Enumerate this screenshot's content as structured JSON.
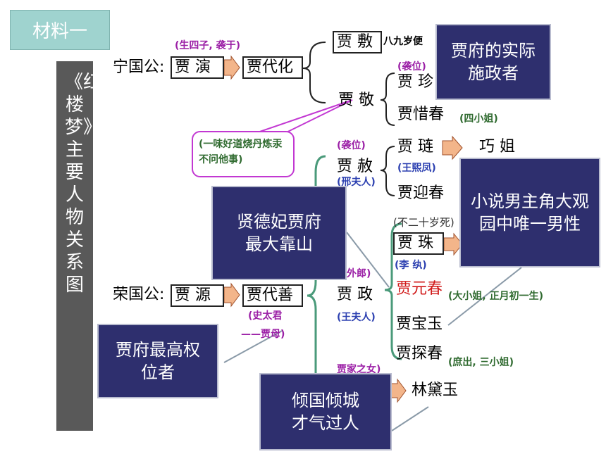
{
  "tag": "材料一",
  "side_title": "《红楼梦》主要人物关系图",
  "ning": {
    "label": "宁国公:",
    "jia_yan": "贾 演",
    "jia_daihua": "贾代化",
    "jia_fu": "贾 敷",
    "jia_fu_note": "八九岁便",
    "jia_jing": "贾 敬",
    "jia_zhen": "贾 珍",
    "jia_xichun": "贾惜春",
    "note_sons": "(生四子, 袭于)",
    "note_xiwei": "(袭位)",
    "note_xichun": "(四小姐)"
  },
  "bubble_text": "(一味好道烧丹炼汞不问他事)",
  "rong": {
    "label": "荣国公:",
    "jia_yuan": "贾 源",
    "jia_daishan": "贾代善",
    "note_shi": "(史太君",
    "note_mu": "——贾母)",
    "jia_she": "贾 赦",
    "note_she_xiwei": "(袭位)",
    "note_xing": "(邢夫人)",
    "jia_lian": "贾 琏",
    "qiao_jie": "巧 姐",
    "note_wang_xifeng": "(王熙凤)",
    "jia_yingchun": "贾迎春",
    "jia_zheng": "贾 政",
    "note_zheng_title": "员外郎)",
    "note_wang_furen": "(王夫人)",
    "note_zhu_death": "(不二十岁死)",
    "jia_zhu": "贾 珠",
    "note_li_wan": "(李 纨)",
    "jia_yuanchun": "贾元春",
    "note_yuanchun": "(大小姐, 正月初一生)",
    "jia_baoyu": "贾宝玉",
    "jia_tanchun": "贾探春",
    "note_tanchun": "(庶出, 三小姐)",
    "note_min": "贾家之女)",
    "lin_daiyu": "林黛玉"
  },
  "callouts": {
    "shizheng": "贾府的实际施政者",
    "yuanfei": "贤德妃贾府最大靠山",
    "baoyu": "小说男主角大观园中唯一男性",
    "jiamu": "贾府最高权位者",
    "daiyu": "倾国倾城才气过人"
  },
  "colors": {
    "callout_bg": "#2e2f6e",
    "tag_bg": "#9fd3cf",
    "side_bg": "#595959",
    "green_line": "#4a9a7a",
    "arrow_fill": "#f3b58a"
  }
}
